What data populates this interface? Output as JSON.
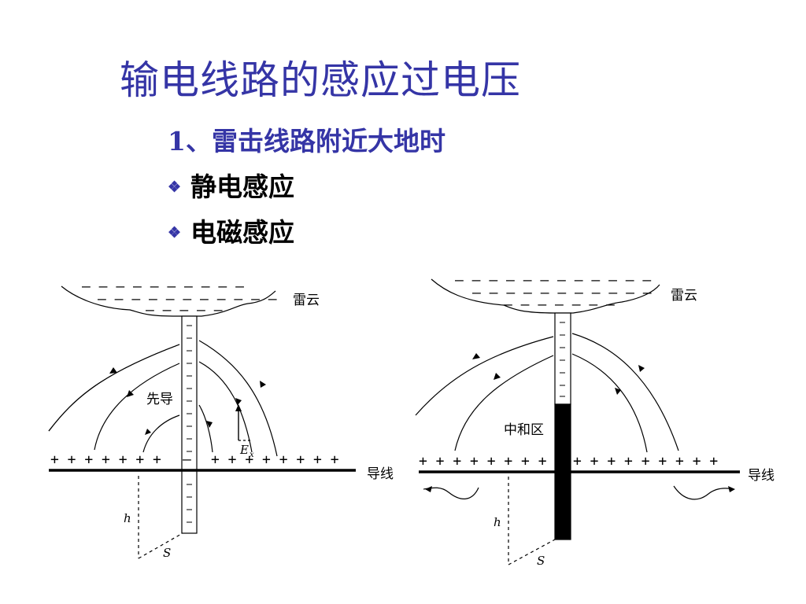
{
  "title": "输电线路的感应过电压",
  "subtitle": "1、雷击线路附近大地时",
  "bullets": [
    {
      "icon": "diamond-bullet-icon",
      "text": "静电感应"
    },
    {
      "icon": "diamond-bullet-icon",
      "text": "电磁感应"
    }
  ],
  "left_diagram": {
    "cloud_label": "雷云",
    "leader_label": "先导",
    "conductor_label": "导线",
    "height_label": "h",
    "distance_label": "S",
    "field_label": "E",
    "field_subscript": "x"
  },
  "right_diagram": {
    "cloud_label": "雷云",
    "neutral_zone_label": "中和区",
    "conductor_label": "导线",
    "height_label": "h",
    "distance_label": "S"
  },
  "colors": {
    "title": "#3535a6",
    "bullet_text": "#000000",
    "diagram": "#000000"
  }
}
